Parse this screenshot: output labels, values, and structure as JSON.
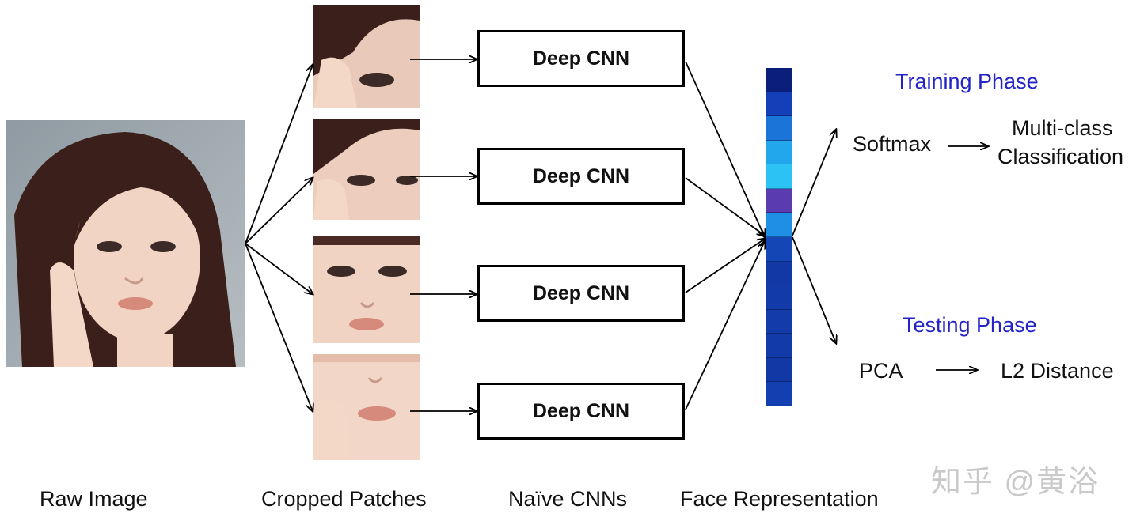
{
  "labels": {
    "raw_image": "Raw Image",
    "cropped_patches": "Cropped Patches",
    "naive_cnns": "Naïve CNNs",
    "face_representation": "Face Representation"
  },
  "cnn_boxes": [
    "Deep CNN",
    "Deep CNN",
    "Deep CNN",
    "Deep CNN"
  ],
  "training": {
    "title": "Training Phase",
    "method": "Softmax",
    "result_line1": "Multi-class",
    "result_line2": "Classification"
  },
  "testing": {
    "title": "Testing Phase",
    "method": "PCA",
    "result": "L2 Distance"
  },
  "watermark": "知乎 @黄浴",
  "colors": {
    "phase_title": "#2323c8",
    "feature_cells": [
      "#0b1e7a",
      "#1340b8",
      "#1b74d8",
      "#23a7ec",
      "#2cc2f4",
      "#5a3bb0",
      "#1e8fe4",
      "#1446b6",
      "#1238a6",
      "#123aa8",
      "#133caa",
      "#123aa8",
      "#1238a6",
      "#1340b0"
    ]
  },
  "icons": {
    "face": "face-photo",
    "arrow": "arrow-right"
  }
}
